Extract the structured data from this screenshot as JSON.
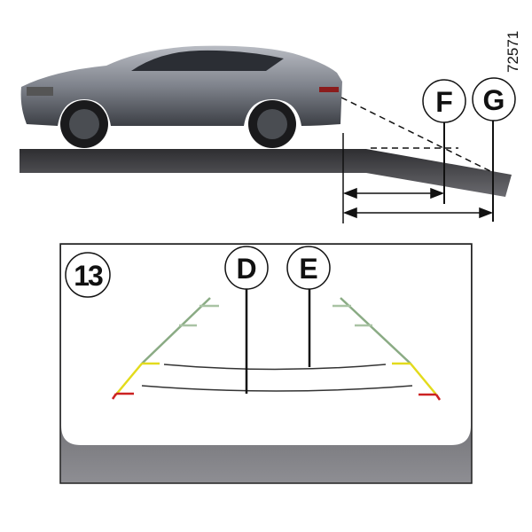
{
  "figure_id": "72571",
  "top_view": {
    "labels": {
      "F": "F",
      "G": "G"
    }
  },
  "camera_view": {
    "number": "13",
    "labels": {
      "D": "D",
      "E": "E"
    }
  },
  "colors": {
    "guide_green": "#8aab84",
    "guide_yellow": "#e3db1c",
    "guide_red": "#cc2222",
    "ground": "#3a3a3d"
  }
}
